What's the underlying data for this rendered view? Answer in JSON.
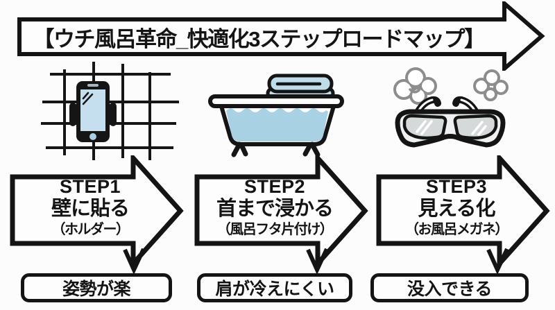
{
  "title": "【ウチ風呂革命_快適化3ステップロードマップ】",
  "steps": [
    {
      "label": "STEP1",
      "action": "壁に貼る",
      "note": "（ホルダー）",
      "benefit": "姿勢が楽",
      "icon": "smartphone-wall-holder-icon"
    },
    {
      "label": "STEP2",
      "action": "首まで浸かる",
      "note": "（風呂フタ片付け）",
      "benefit": "肩が冷えにくい",
      "icon": "bathtub-towel-icon"
    },
    {
      "label": "STEP3",
      "action": "見える化",
      "note": "（お風呂メガネ）",
      "benefit": "没入できる",
      "icon": "bath-glasses-steam-icon"
    }
  ],
  "colors": {
    "outline": "#141414",
    "water_blue": "#a9d1e4",
    "towel_blue": "#bfdde9",
    "screen_blue": "#c6dfee",
    "lens_gray": "#d6d9da",
    "frame_gray": "#eef0f1",
    "steam_gray": "#8d8d8d",
    "background": "#fcfcfc"
  }
}
